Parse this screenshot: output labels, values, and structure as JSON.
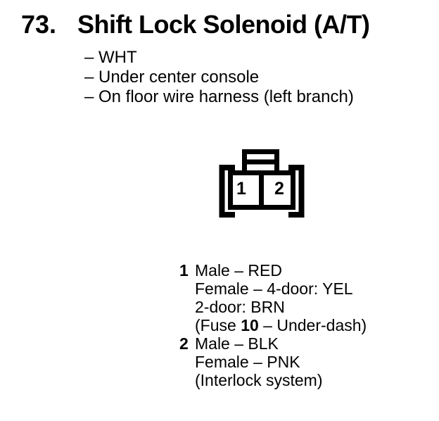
{
  "section": {
    "number": "73.",
    "title": "Shift Lock Solenoid (A/T)"
  },
  "details": [
    {
      "dash": "–",
      "text": "WHT"
    },
    {
      "dash": "–",
      "text": "Under center console"
    },
    {
      "dash": "–",
      "text": "On floor wire harness (left branch)"
    }
  ],
  "connector": {
    "cavity_labels": [
      "1",
      "2"
    ]
  },
  "pins": [
    {
      "number": "1",
      "lines": [
        {
          "pre": "Male – RED"
        },
        {
          "pre": "Female – 4-door: YEL"
        },
        {
          "pre": "2-door: BRN"
        },
        {
          "pre": "(Fuse ",
          "bold": "10",
          "post": " – Under-dash)"
        }
      ]
    },
    {
      "number": "2",
      "lines": [
        {
          "pre": "Male – BLK"
        },
        {
          "pre": "Female – PNK"
        },
        {
          "pre": "(Interlock system)"
        }
      ]
    }
  ],
  "colors": {
    "ink": "#000000",
    "paper": "#ffffff"
  }
}
